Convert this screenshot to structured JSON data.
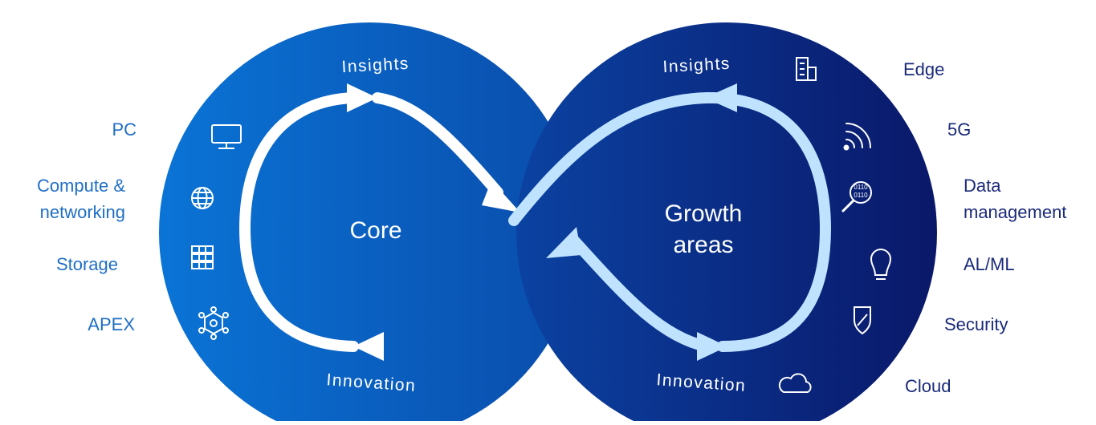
{
  "left_loop": {
    "top_label": "Insights",
    "bottom_label": "Innovation",
    "center_label": "Core",
    "items": [
      {
        "label": "PC",
        "icon": "monitor-icon"
      },
      {
        "label": "Compute &",
        "label2": "networking",
        "icon": "globe-icon"
      },
      {
        "label": "Storage",
        "icon": "storage-icon"
      },
      {
        "label": "APEX",
        "icon": "network-hub-icon"
      }
    ]
  },
  "right_loop": {
    "top_label": "Insights",
    "bottom_label": "Innovation",
    "center_line1": "Growth",
    "center_line2": "areas",
    "items": [
      {
        "label": "Edge",
        "icon": "building-icon"
      },
      {
        "label": "5G",
        "icon": "signal-icon"
      },
      {
        "label": "Data",
        "label2": "management",
        "icon": "data-search-icon"
      },
      {
        "label": "AL/ML",
        "icon": "lightbulb-icon"
      },
      {
        "label": "Security",
        "icon": "shield-icon"
      },
      {
        "label": "Cloud",
        "icon": "cloud-icon"
      }
    ]
  },
  "colors": {
    "left_circle_start": "#0a6fd0",
    "left_circle_end": "#0b4aa8",
    "right_circle_start": "#0c3a9a",
    "right_circle_end": "#0a1a70",
    "left_arrow": "#ffffff",
    "right_arrow": "#bfe3ff",
    "left_text": "#1f6fc6",
    "right_text": "#1a2a7a"
  }
}
